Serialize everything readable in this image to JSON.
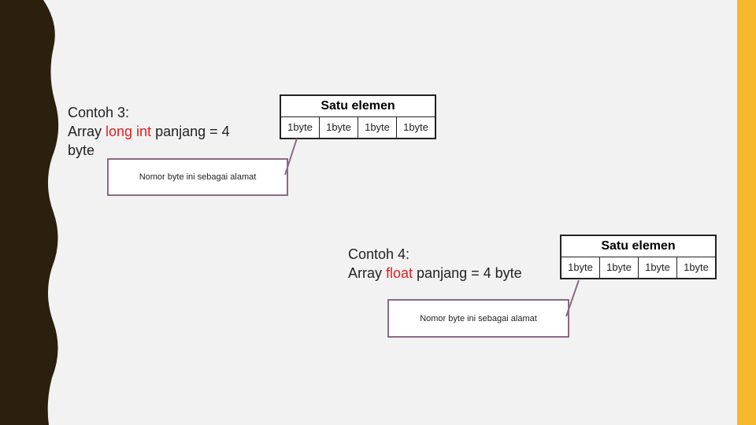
{
  "slide": {
    "accent_color": "#f7b92b",
    "edge_color": "#2b1f0d"
  },
  "example3": {
    "line1": "Contoh 3:",
    "line2_pre": "Array ",
    "line2_hl": "long int",
    "line2_post": " panjang = 4",
    "line3": "byte",
    "table": {
      "header": "Satu elemen",
      "cells": [
        "1byte",
        "1byte",
        "1byte",
        "1byte"
      ]
    },
    "callout": "Nomor byte ini sebagai alamat"
  },
  "example4": {
    "line1": "Contoh 4:",
    "line2_pre": "Array ",
    "line2_hl": "float",
    "line2_post": " panjang = 4 byte",
    "table": {
      "header": "Satu elemen",
      "cells": [
        "1byte",
        "1byte",
        "1byte",
        "1byte"
      ]
    },
    "callout": "Nomor byte ini sebagai alamat"
  }
}
